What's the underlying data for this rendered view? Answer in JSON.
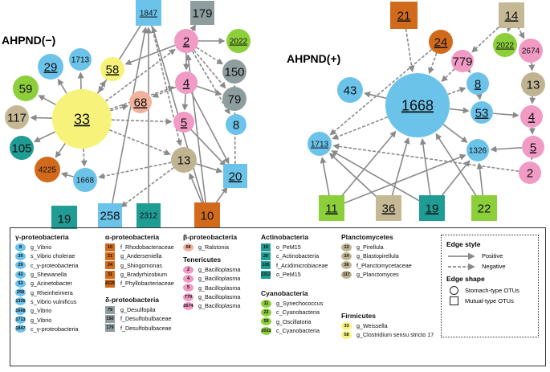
{
  "panels": {
    "negative_title": "AHPND(−)",
    "positive_title": "AHPND(+)"
  },
  "colors": {
    "light_blue": "#6cc3ea",
    "pink": "#f09ac4",
    "dark_orange": "#d16a1b",
    "tan": "#bfb392",
    "gray": "#8e9da0",
    "teal": "#1f9d95",
    "green": "#8dcf3a",
    "yellow": "#f7f37a",
    "olive_tan": "#c5b895",
    "salmon": "#f1b29d",
    "edge": "#8a8a8a"
  },
  "nodes_negative": [
    {
      "id": "n33",
      "label": "33",
      "shape": "circle",
      "color": "#f7f37a",
      "underline": true
    },
    {
      "id": "n2",
      "label": "2",
      "shape": "circle",
      "color": "#f09ac4",
      "underline": true
    },
    {
      "id": "n4",
      "label": "4",
      "shape": "circle",
      "color": "#f09ac4",
      "underline": true
    },
    {
      "id": "n5",
      "label": "5",
      "shape": "circle",
      "color": "#f09ac4",
      "underline": true
    },
    {
      "id": "n8",
      "label": "8",
      "shape": "circle",
      "color": "#6cc3ea",
      "underline": false
    },
    {
      "id": "n29",
      "label": "29",
      "shape": "circle",
      "color": "#6cc3ea",
      "underline": true
    },
    {
      "id": "n1713",
      "label": "1713",
      "shape": "circle",
      "color": "#6cc3ea",
      "underline": false
    },
    {
      "id": "n58",
      "label": "58",
      "shape": "circle",
      "color": "#f7f37a",
      "underline": true
    },
    {
      "id": "n68",
      "label": "68",
      "shape": "circle",
      "color": "#f1b29d",
      "underline": true
    },
    {
      "id": "n59",
      "label": "59",
      "shape": "circle",
      "color": "#8dcf3a",
      "underline": false
    },
    {
      "id": "n117",
      "label": "117",
      "shape": "circle",
      "color": "#c5b895",
      "underline": false
    },
    {
      "id": "n105",
      "label": "105",
      "shape": "circle",
      "color": "#1f9d95",
      "underline": false
    },
    {
      "id": "n4225",
      "label": "4225",
      "shape": "circle",
      "color": "#d16a1b",
      "underline": false
    },
    {
      "id": "n1668",
      "label": "1668",
      "shape": "circle",
      "color": "#6cc3ea",
      "underline": false
    },
    {
      "id": "n13",
      "label": "13",
      "shape": "circle",
      "color": "#bfb392",
      "underline": false
    },
    {
      "id": "n150",
      "label": "150",
      "shape": "circle",
      "color": "#8e9da0",
      "underline": false
    },
    {
      "id": "n79",
      "label": "79",
      "shape": "circle",
      "color": "#8e9da0",
      "underline": false
    },
    {
      "id": "n2022",
      "label": "2022",
      "shape": "circle",
      "color": "#8dcf3a",
      "underline": true
    },
    {
      "id": "n1847",
      "label": "1847",
      "shape": "square",
      "color": "#6cc3ea",
      "underline": true
    },
    {
      "id": "n179",
      "label": "179",
      "shape": "square",
      "color": "#8e9da0",
      "underline": false
    },
    {
      "id": "n20",
      "label": "20",
      "shape": "square",
      "color": "#6cc3ea",
      "underline": true
    },
    {
      "id": "n19",
      "label": "19",
      "shape": "square",
      "color": "#1f9d95",
      "underline": false
    },
    {
      "id": "n258",
      "label": "258",
      "shape": "square",
      "color": "#6cc3ea",
      "underline": false
    },
    {
      "id": "n2312",
      "label": "2312",
      "shape": "square",
      "color": "#1f9d95",
      "underline": false
    },
    {
      "id": "n10",
      "label": "10",
      "shape": "square",
      "color": "#d16a1b",
      "underline": false
    }
  ],
  "edges_negative": [
    {
      "from": "n33",
      "to": "n29",
      "type": "positive"
    },
    {
      "from": "n33",
      "to": "n1713",
      "type": "positive"
    },
    {
      "from": "n33",
      "to": "n59",
      "type": "positive"
    },
    {
      "from": "n33",
      "to": "n117",
      "type": "positive"
    },
    {
      "from": "n33",
      "to": "n105",
      "type": "positive"
    },
    {
      "from": "n33",
      "to": "n4225",
      "type": "positive"
    },
    {
      "from": "n33",
      "to": "n1668",
      "type": "negative"
    },
    {
      "from": "n33",
      "to": "n58",
      "type": "negative"
    },
    {
      "from": "n33",
      "to": "n68",
      "type": "negative"
    },
    {
      "from": "n33",
      "to": "n5",
      "type": "negative"
    },
    {
      "from": "n33",
      "to": "n4",
      "type": "negative"
    },
    {
      "from": "n33",
      "to": "n2",
      "type": "negative"
    },
    {
      "from": "n33",
      "to": "n13",
      "type": "negative"
    },
    {
      "from": "n2",
      "to": "n2022",
      "type": "positive"
    },
    {
      "from": "n2",
      "to": "n4",
      "type": "positive"
    },
    {
      "from": "n2",
      "to": "n150",
      "type": "negative"
    },
    {
      "from": "n2",
      "to": "n79",
      "type": "negative"
    },
    {
      "from": "n2",
      "to": "n8",
      "type": "negative"
    },
    {
      "from": "n2",
      "to": "n179",
      "type": "negative"
    },
    {
      "from": "n2",
      "to": "n58",
      "type": "positive"
    },
    {
      "from": "n4",
      "to": "n79",
      "type": "positive"
    },
    {
      "from": "n4",
      "to": "n68",
      "type": "negative"
    },
    {
      "from": "n4",
      "to": "n5",
      "type": "positive"
    },
    {
      "from": "n4",
      "to": "n20",
      "type": "positive"
    },
    {
      "from": "n1847",
      "to": "n33",
      "type": "positive"
    },
    {
      "from": "n1847",
      "to": "n13",
      "type": "negative"
    },
    {
      "from": "n5",
      "to": "n20",
      "type": "positive"
    },
    {
      "from": "n13",
      "to": "n20",
      "type": "positive"
    },
    {
      "from": "n13",
      "to": "n258",
      "type": "negative"
    },
    {
      "from": "n13",
      "to": "n1668",
      "type": "negative"
    },
    {
      "from": "n2312",
      "to": "n1847",
      "type": "positive"
    },
    {
      "from": "n258",
      "to": "n1847",
      "type": "positive"
    },
    {
      "from": "n10",
      "to": "n20",
      "type": "positive"
    },
    {
      "from": "n10",
      "to": "n1847",
      "type": "positive"
    },
    {
      "from": "n10",
      "to": "n13",
      "type": "positive"
    },
    {
      "from": "n10",
      "to": "n2",
      "type": "positive"
    },
    {
      "from": "n1668",
      "to": "n4225",
      "type": "positive"
    },
    {
      "from": "n20",
      "to": "n150",
      "type": "negative"
    }
  ],
  "nodes_positive": [
    {
      "id": "p1668",
      "label": "1668",
      "shape": "circle",
      "color": "#6cc3ea",
      "underline": true
    },
    {
      "id": "p43",
      "label": "43",
      "shape": "circle",
      "color": "#6cc3ea",
      "underline": false
    },
    {
      "id": "p1713",
      "label": "1713",
      "shape": "circle",
      "color": "#6cc3ea",
      "underline": true
    },
    {
      "id": "p8",
      "label": "8",
      "shape": "circle",
      "color": "#6cc3ea",
      "underline": true
    },
    {
      "id": "p53",
      "label": "53",
      "shape": "circle",
      "color": "#6cc3ea",
      "underline": true
    },
    {
      "id": "p1326",
      "label": "1326",
      "shape": "circle",
      "color": "#6cc3ea",
      "underline": false
    },
    {
      "id": "p24",
      "label": "24",
      "shape": "circle",
      "color": "#d16a1b",
      "underline": true
    },
    {
      "id": "p779",
      "label": "779",
      "shape": "circle",
      "color": "#f09ac4",
      "underline": false
    },
    {
      "id": "p2022",
      "label": "2022",
      "shape": "circle",
      "color": "#8dcf3a",
      "underline": true
    },
    {
      "id": "p2674",
      "label": "2674",
      "shape": "circle",
      "color": "#f09ac4",
      "underline": false
    },
    {
      "id": "p13",
      "label": "13",
      "shape": "circle",
      "color": "#bfb392",
      "underline": false
    },
    {
      "id": "p4",
      "label": "4",
      "shape": "circle",
      "color": "#f09ac4",
      "underline": true
    },
    {
      "id": "p5",
      "label": "5",
      "shape": "circle",
      "color": "#f09ac4",
      "underline": true
    },
    {
      "id": "p2",
      "label": "2",
      "shape": "circle",
      "color": "#f09ac4",
      "underline": false
    },
    {
      "id": "p21",
      "label": "21",
      "shape": "square",
      "color": "#d16a1b",
      "underline": true
    },
    {
      "id": "p14",
      "label": "14",
      "shape": "square",
      "color": "#c5b895",
      "underline": true
    },
    {
      "id": "p11",
      "label": "11",
      "shape": "square",
      "color": "#8dcf3a",
      "underline": true
    },
    {
      "id": "p36",
      "label": "36",
      "shape": "square",
      "color": "#c5b895",
      "underline": true
    },
    {
      "id": "p19",
      "label": "19",
      "shape": "square",
      "color": "#1f9d95",
      "underline": true
    },
    {
      "id": "p22",
      "label": "22",
      "shape": "square",
      "color": "#8dcf3a",
      "underline": false
    }
  ],
  "edges_positive": [
    {
      "from": "p1668",
      "to": "p43",
      "type": "positive"
    },
    {
      "from": "p1668",
      "to": "p1713",
      "type": "negative"
    },
    {
      "from": "p1668",
      "to": "p8",
      "type": "negative"
    },
    {
      "from": "p1668",
      "to": "p53",
      "type": "positive"
    },
    {
      "from": "p1668",
      "to": "p1326",
      "type": "positive"
    },
    {
      "from": "p21",
      "to": "p1668",
      "type": "negative"
    },
    {
      "from": "p24",
      "to": "p1668",
      "type": "negative"
    },
    {
      "from": "p24",
      "to": "p1713",
      "type": "negative"
    },
    {
      "from": "p14",
      "to": "p779",
      "type": "negative"
    },
    {
      "from": "p14",
      "to": "p2022",
      "type": "negative"
    },
    {
      "from": "p14",
      "to": "p2674",
      "type": "negative"
    },
    {
      "from": "p779",
      "to": "p1668",
      "type": "negative"
    },
    {
      "from": "p779",
      "to": "p8",
      "type": "negative"
    },
    {
      "from": "p2674",
      "to": "p13",
      "type": "negative"
    },
    {
      "from": "p13",
      "to": "p4",
      "type": "negative"
    },
    {
      "from": "p8",
      "to": "p53",
      "type": "positive"
    },
    {
      "from": "p53",
      "to": "p4",
      "type": "positive"
    },
    {
      "from": "p5",
      "to": "p1326",
      "type": "positive"
    },
    {
      "from": "p5",
      "to": "p2",
      "type": "negative"
    },
    {
      "from": "p2",
      "to": "p1713",
      "type": "negative"
    },
    {
      "from": "p4",
      "to": "p5",
      "type": "negative"
    },
    {
      "from": "p11",
      "to": "p1668",
      "type": "positive"
    },
    {
      "from": "p11",
      "to": "p1713",
      "type": "positive"
    },
    {
      "from": "p36",
      "to": "p1668",
      "type": "positive"
    },
    {
      "from": "p36",
      "to": "p1713",
      "type": "positive"
    },
    {
      "from": "p19",
      "to": "p1668",
      "type": "positive"
    },
    {
      "from": "p19",
      "to": "p1713",
      "type": "positive"
    },
    {
      "from": "p19",
      "to": "p1326",
      "type": "positive"
    },
    {
      "from": "p22",
      "to": "p1668",
      "type": "positive"
    },
    {
      "from": "p22",
      "to": "p1326",
      "type": "positive"
    },
    {
      "from": "p11",
      "to": "p1326",
      "type": "positive"
    }
  ],
  "legend": {
    "gamma": {
      "title": "γ-proteobacteria",
      "items": [
        {
          "code": "8",
          "label": "g_Vibrio",
          "color": "#6cc3ea"
        },
        {
          "code": "20",
          "label": "s_Vibrio cholerae",
          "color": "#6cc3ea"
        },
        {
          "code": "29",
          "label": "c_γ-proteobacteria",
          "color": "#6cc3ea"
        },
        {
          "code": "43",
          "label": "g_Shewanella",
          "color": "#6cc3ea"
        },
        {
          "code": "53",
          "label": "g_Acinetobacter",
          "color": "#6cc3ea"
        },
        {
          "code": "258",
          "label": "g_Rheinheimera",
          "color": "#6cc3ea"
        },
        {
          "code": "1326",
          "label": "s_Vibrio vulnificus",
          "color": "#6cc3ea"
        },
        {
          "code": "1668",
          "label": "g_Vibrio",
          "color": "#6cc3ea"
        },
        {
          "code": "1713",
          "label": "g_Vibrio",
          "color": "#6cc3ea"
        },
        {
          "code": "1847",
          "label": "c_γ-proteobacteria",
          "color": "#6cc3ea"
        }
      ]
    },
    "alpha": {
      "title": "α-proteobacteria",
      "items": [
        {
          "code": "10",
          "label": "f_Rhodobacteraceae",
          "color": "#d16a1b"
        },
        {
          "code": "21",
          "label": "g_Anderseniella",
          "color": "#d16a1b"
        },
        {
          "code": "24",
          "label": "g_Shingomonas",
          "color": "#d16a1b"
        },
        {
          "code": "31",
          "label": "g_Bradyrhizobium",
          "color": "#d16a1b"
        },
        {
          "code": "4225",
          "label": "f_Phyllobacteriaceae",
          "color": "#d16a1b"
        }
      ]
    },
    "delta": {
      "title": "δ-proteobacteria",
      "items": [
        {
          "code": "79",
          "label": "g_Desulfopila",
          "color": "#8e9da0"
        },
        {
          "code": "150",
          "label": "f_Desulfobulbaceae",
          "color": "#8e9da0"
        },
        {
          "code": "179",
          "label": "f_Desulfobulbaceae",
          "color": "#8e9da0"
        }
      ]
    },
    "beta": {
      "title": "β-proteobacteria",
      "items": [
        {
          "code": "68",
          "label": "g_Ralstonia",
          "color": "#f1b29d"
        }
      ]
    },
    "tenericutes": {
      "title": "Tenericutes",
      "items": [
        {
          "code": "2",
          "label": "g_Bacilloplasma",
          "color": "#f09ac4"
        },
        {
          "code": "4",
          "label": "g_Bacilloplasma",
          "color": "#f09ac4"
        },
        {
          "code": "5",
          "label": "g_Bacilloplasma",
          "color": "#f09ac4"
        },
        {
          "code": "779",
          "label": "g_Bacilloplasma",
          "color": "#f09ac4"
        },
        {
          "code": "2674",
          "label": "g_Bacilloplasma",
          "color": "#f09ac4"
        }
      ]
    },
    "actinobacteria": {
      "title": "Actinobacteria",
      "items": [
        {
          "code": "19",
          "label": "o_PeM15",
          "color": "#1f9d95"
        },
        {
          "code": "20",
          "label": "c_Actinobacteria",
          "color": "#1f9d95"
        },
        {
          "code": "105",
          "label": "f_Acidimicrobiaceae",
          "color": "#1f9d95"
        },
        {
          "code": "2312",
          "label": "o_PeM15",
          "color": "#1f9d95"
        }
      ]
    },
    "cyanobacteria": {
      "title": "Cyanobacteria",
      "items": [
        {
          "code": "11",
          "label": "g_Synechococcus",
          "color": "#8dcf3a"
        },
        {
          "code": "22",
          "label": "c_Cyanobacteria",
          "color": "#8dcf3a"
        },
        {
          "code": "59",
          "label": "g_Oscillatoria",
          "color": "#8dcf3a"
        },
        {
          "code": "2022",
          "label": "c_Cyanobacteria",
          "color": "#8dcf3a"
        }
      ]
    },
    "planctomycetes": {
      "title": "Planctomycetes",
      "items": [
        {
          "code": "13",
          "label": "g_Pirellula",
          "color": "#bfb392"
        },
        {
          "code": "14",
          "label": "g_Blastopirellula",
          "color": "#bfb392"
        },
        {
          "code": "36",
          "label": "f_Planctomycetaceae",
          "color": "#bfb392"
        },
        {
          "code": "117",
          "label": "g_Planctomyces",
          "color": "#bfb392"
        }
      ]
    },
    "firmicutes": {
      "title": "Firmicutes",
      "items": [
        {
          "code": "33",
          "label": "g_Weissella",
          "color": "#f7f37a"
        },
        {
          "code": "58",
          "label": "g_Clostridium sensu stricto 17",
          "color": "#f7f37a"
        }
      ]
    },
    "edge_style": {
      "title": "Edge style",
      "positive": "Positive",
      "negative": "Negative"
    },
    "edge_shape": {
      "title": "Edge shape",
      "stomach": "Stomach-type OTUs",
      "mutual": "Mutual-type OTUs"
    }
  }
}
